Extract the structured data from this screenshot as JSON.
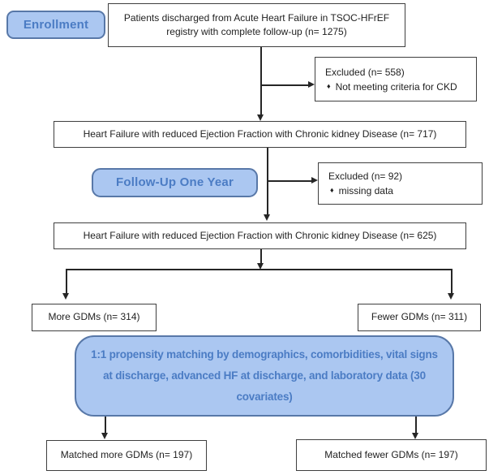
{
  "colors": {
    "blue-fill": "#abc7f1",
    "blue-border": "#5878a8",
    "blue-text": "#4b7cc4",
    "line": "#262626",
    "box-border": "#3f3f3f",
    "text": "#1f1f1f"
  },
  "flow": {
    "enrollment_label": "Enrollment",
    "top_box": "Patients discharged from Acute Heart Failure in TSOC-HFrEF registry with complete follow-up (n= 1275)",
    "excluded1": {
      "title": "Excluded (n= 558)",
      "bullet": "♦",
      "item": "Not meeting criteria for CKD"
    },
    "hf_ckd_717": "Heart Failure with reduced Ejection Fraction with Chronic kidney Disease (n= 717)",
    "followup_label": "Follow-Up One Year",
    "excluded2": {
      "title": "Excluded (n= 92)",
      "bullet": "♦",
      "item": "missing data"
    },
    "hf_ckd_625": "Heart Failure with reduced Ejection Fraction with Chronic kidney Disease (n= 625)",
    "more_gdms": "More GDMs (n= 314)",
    "fewer_gdms": "Fewer GDMs (n= 311)",
    "matching_box": "1:1 propensity matching by demographics, comorbidities, vital signs at discharge, advanced HF at discharge, and laboratory data (30 covariates)",
    "matched_more": "Matched more GDMs (n= 197)",
    "matched_fewer": "Matched fewer GDMs (n= 197)"
  }
}
